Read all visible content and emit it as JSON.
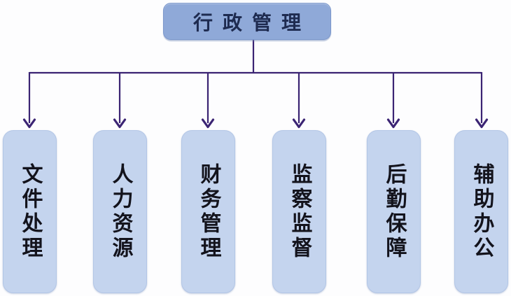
{
  "diagram": {
    "root": {
      "label": "行政管理"
    },
    "children": [
      {
        "label": "文件处理"
      },
      {
        "label": "人力资源"
      },
      {
        "label": "财务管理"
      },
      {
        "label": "监察监督"
      },
      {
        "label": "后勤保障"
      },
      {
        "label": "辅助办公"
      }
    ]
  },
  "colors": {
    "bg": "#fdfdfe",
    "root_fill": "#8fa9d8",
    "root_border": "#7b97cb",
    "child_fill": "#c4d4ee",
    "child_border": "#b3c6e6",
    "line": "#3b2473",
    "root_text": "#1e2b50",
    "child_text": "#13131c"
  }
}
